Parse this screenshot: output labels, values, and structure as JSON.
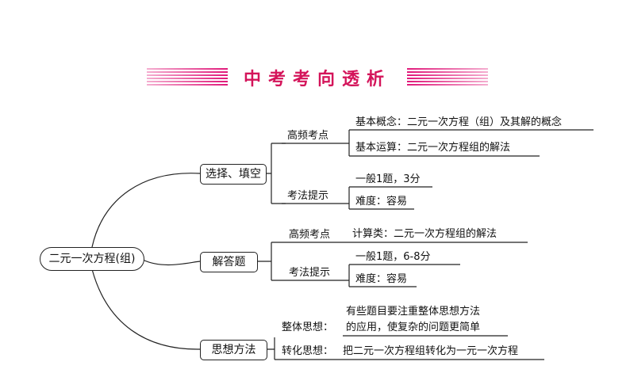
{
  "header": {
    "title": "中考考向透析"
  },
  "root": {
    "label": "二元一次方程(组)"
  },
  "branches": [
    {
      "label": "选择、填空",
      "groups": [
        {
          "label": "高频考点",
          "items": [
            "基本概念：二元一次方程（组）及其解的概念",
            "基本运算：二元一次方程组的解法"
          ]
        },
        {
          "label": "考法提示",
          "items": [
            "一般1题，3分",
            "难度：容易"
          ]
        }
      ]
    },
    {
      "label": "解答题",
      "groups": [
        {
          "label": "高频考点",
          "items": [
            "计算类：二元一次方程组的解法"
          ]
        },
        {
          "label": "考法提示",
          "items": [
            "一般1题，6-8分",
            "难度：容易"
          ]
        }
      ]
    },
    {
      "label": "思想方法",
      "groups": [
        {
          "label": "整体思想：",
          "items": [
            "有些题目要注重整体思想方法",
            "的应用，使复杂的问题更简单"
          ]
        },
        {
          "label": "转化思想：",
          "items": [
            "把二元一次方程组转化为一元一次方程"
          ]
        }
      ]
    }
  ],
  "colors": {
    "title": "#d4145a",
    "stripe": "#e0197a",
    "line": "#222222"
  }
}
